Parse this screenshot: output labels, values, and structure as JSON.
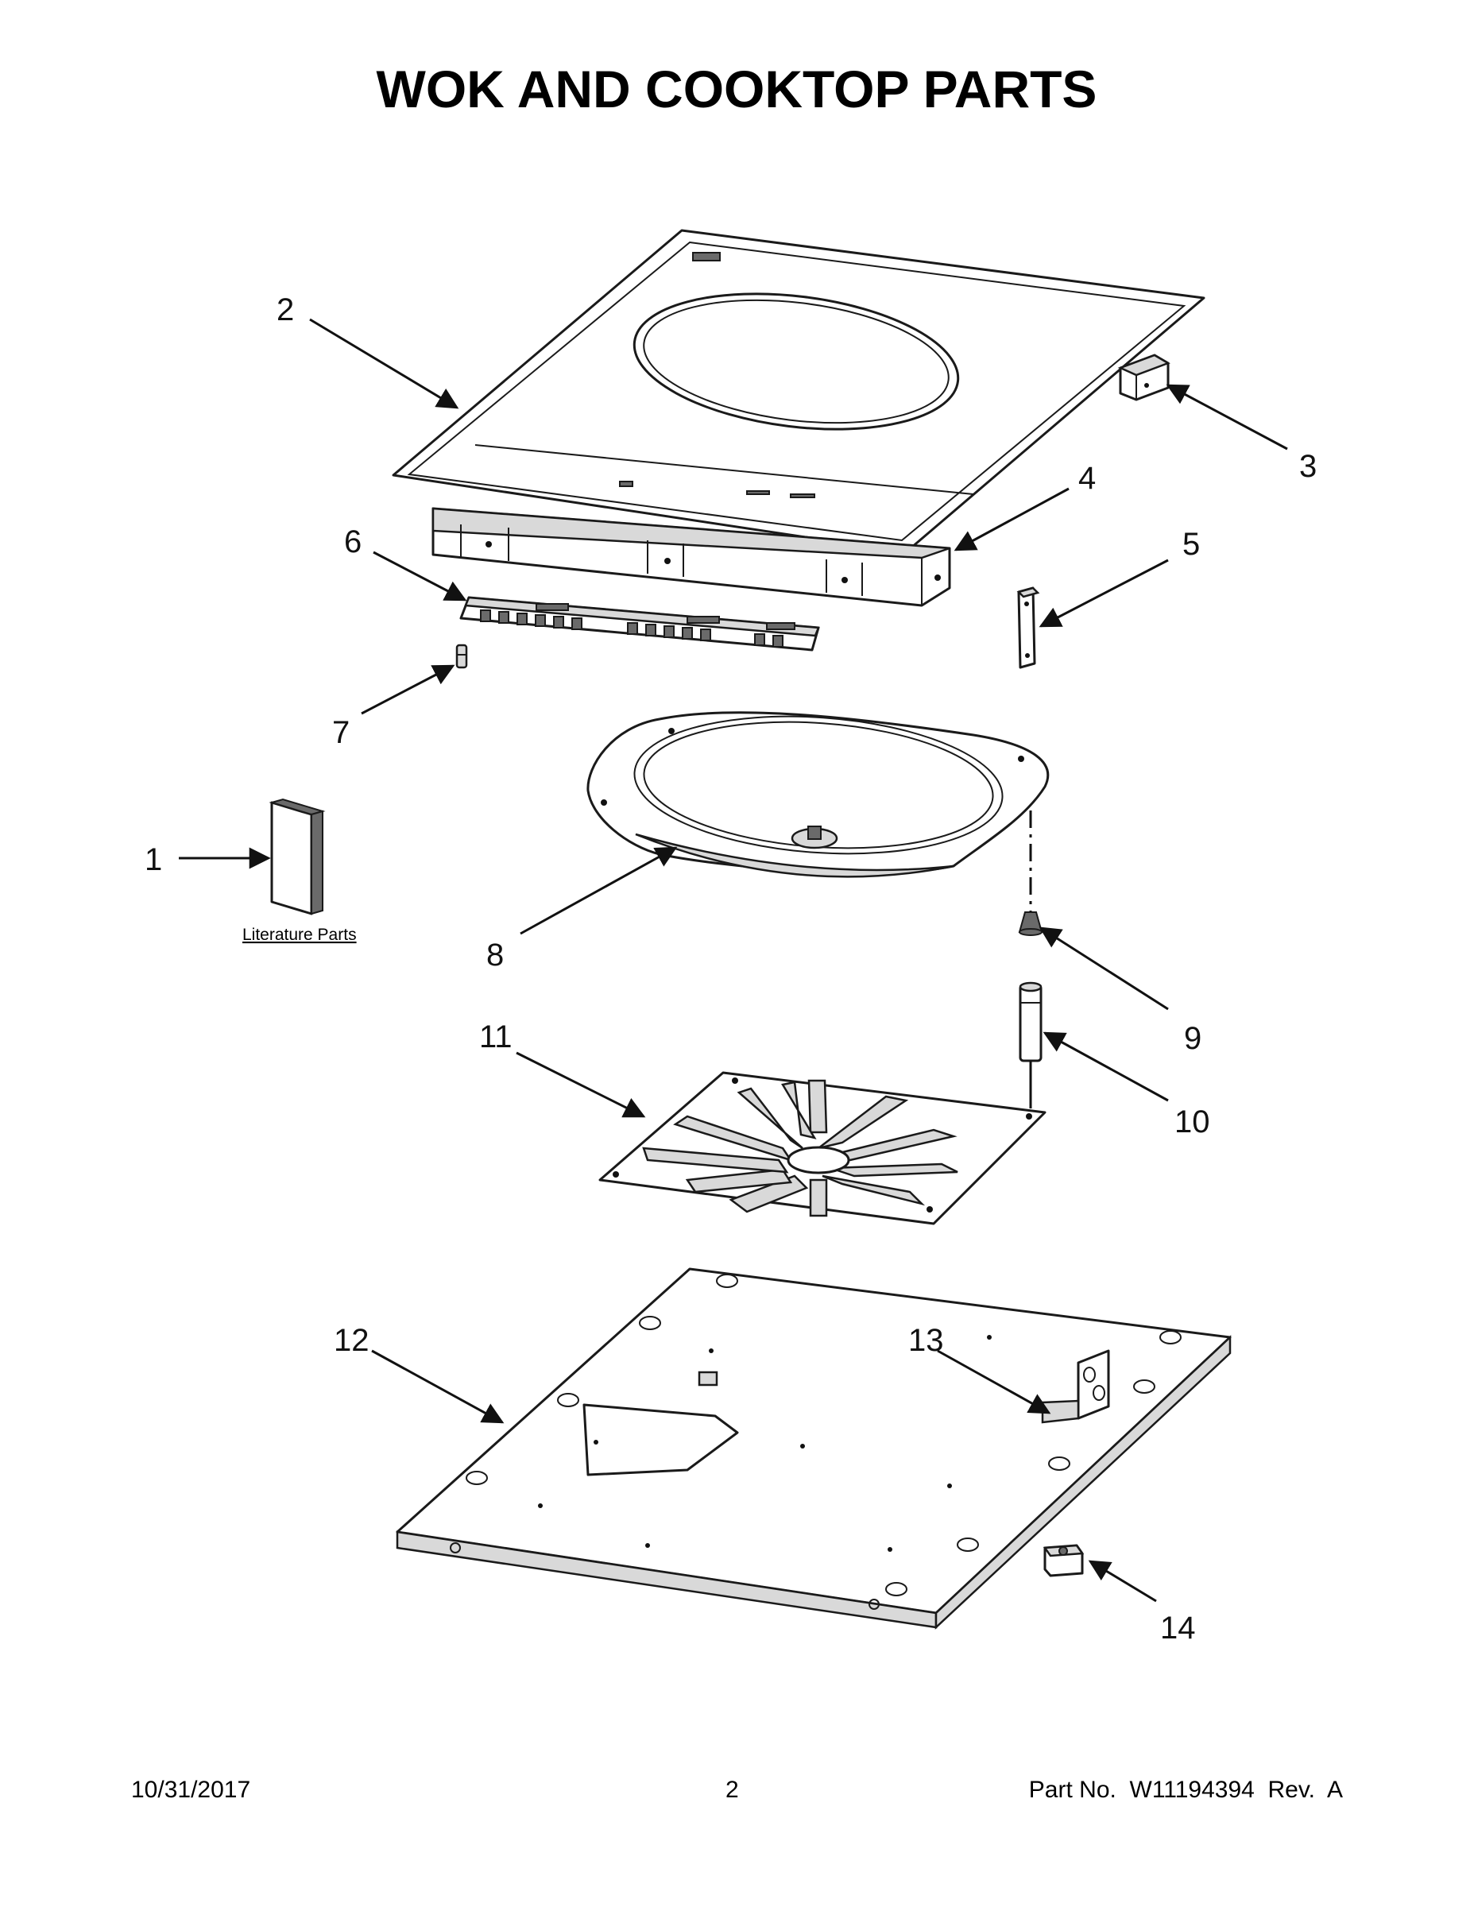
{
  "title": "WOK AND COOKTOP PARTS",
  "literature_label": "Literature Parts",
  "callouts": [
    "1",
    "2",
    "3",
    "4",
    "5",
    "6",
    "7",
    "8",
    "9",
    "10",
    "11",
    "12",
    "13",
    "14"
  ],
  "footer": {
    "date": "10/31/2017",
    "page": "2",
    "part_no": "Part No.  W11194394  Rev.  A"
  }
}
